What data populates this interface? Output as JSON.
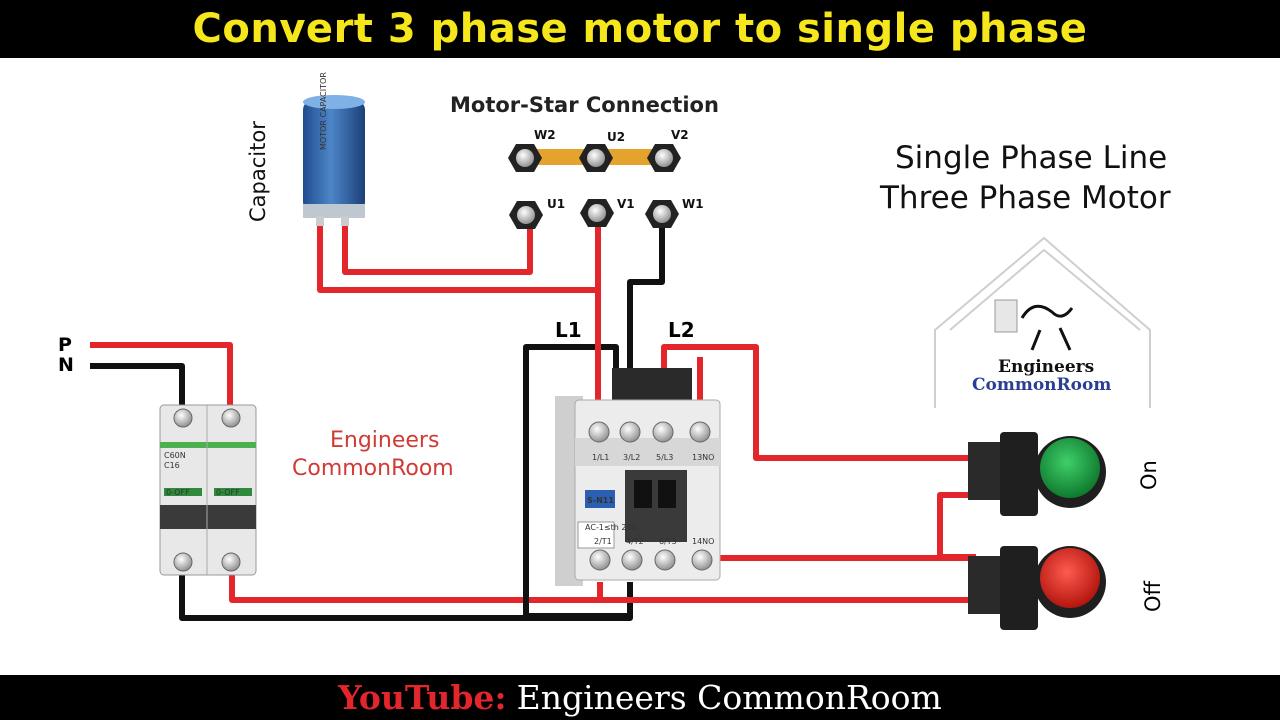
{
  "title": "Convert 3 phase motor to single phase",
  "footer": {
    "youtube_label": "YouTube:",
    "channel": "Engineers CommonRoom"
  },
  "star_connection": {
    "label": "Motor-Star Connection",
    "top_terminals": [
      "W2",
      "U2",
      "V2"
    ],
    "bottom_terminals": [
      "U1",
      "V1",
      "W1"
    ]
  },
  "capacitor_label": "Capacitor",
  "info": {
    "line1": "Single Phase Line",
    "line2": "Three Phase Motor"
  },
  "watermark": {
    "line1": "Engineers",
    "line2": "CommonRoom"
  },
  "supply": {
    "p": "P",
    "n": "N"
  },
  "contactor": {
    "l1": "L1",
    "l2": "L2",
    "top_terms": [
      "1/L1",
      "3/L2",
      "5/L3",
      "13NO"
    ],
    "bottom_terms": [
      "2/T1",
      "4/T2",
      "6/T3",
      "14NO"
    ],
    "model": "S-N11",
    "rating": "AC-1≤th 20A"
  },
  "breaker": {
    "model": "C60N",
    "rating": "C16",
    "switch_text": "0-OFF"
  },
  "buttons": {
    "on": "On",
    "off": "Off"
  },
  "logo": {
    "line1": "Engineers",
    "line2": "CommonRoom"
  },
  "colors": {
    "title_text": "#f5e71c",
    "wire_red": "#e3262c",
    "wire_black": "#111111",
    "on_button": "#1a8a3a",
    "off_button": "#d7261e",
    "youtube_red": "#e3262c"
  }
}
